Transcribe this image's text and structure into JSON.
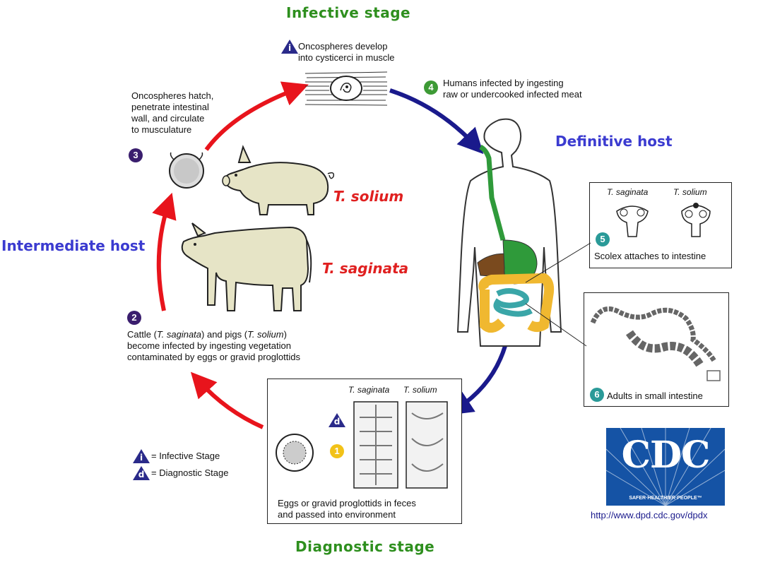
{
  "stages": {
    "infective_title": "Infective stage",
    "diagnostic_title": "Diagnostic stage",
    "definitive_host": "Definitive host",
    "intermediate_host": "Intermediate host"
  },
  "species": {
    "solium": "T. solium",
    "saginata": "T. saginata"
  },
  "steps": {
    "i_text_1": "Oncospheres develop",
    "i_text_2": "into cysticerci in muscle",
    "s4_num": "4",
    "s4_text_1": "Humans infected by ingesting",
    "s4_text_2": "raw or undercooked infected meat",
    "s3_num": "3",
    "s3_text_1": "Oncospheres hatch,",
    "s3_text_2": "penetrate intestinal",
    "s3_text_3": "wall, and circulate",
    "s3_text_4": "to musculature",
    "s2_num": "2",
    "s2_text_1_a": "Cattle (",
    "s2_text_1_b": "T. saginata",
    "s2_text_1_c": ") and pigs (",
    "s2_text_1_d": "T. solium",
    "s2_text_1_e": ")",
    "s2_text_2": "become infected by ingesting vegetation",
    "s2_text_3": "contaminated by eggs or gravid proglottids",
    "s5_num": "5",
    "s5_text": "Scolex attaches to intestine",
    "s6_num": "6",
    "s6_text": "Adults in small intestine",
    "s1_num": "1",
    "s1_text_1": "Eggs or gravid proglottids in feces",
    "s1_text_2": "and passed into environment"
  },
  "panels": {
    "scolex_left": "T. saginata",
    "scolex_right": "T. solium",
    "prog_left": "T. saginata",
    "prog_right": "T. solium"
  },
  "legend": {
    "i_letter": "i",
    "i_text": "= Infective Stage",
    "d_letter": "d",
    "d_text": "= Diagnostic Stage"
  },
  "logo": {
    "text": "CDC",
    "tagline": "SAFER·HEALTHIER·PEOPLE™",
    "url": "http://www.dpd.cdc.gov/dpdx"
  },
  "colors": {
    "red_arrow": "#e8141c",
    "blue_arrow": "#1a1a8c",
    "step_purple": "#3a1e6e",
    "step_green": "#3d9a35",
    "step_teal": "#2a9a98",
    "step_yellow": "#f2c218",
    "cdc_blue": "#1553a5"
  }
}
